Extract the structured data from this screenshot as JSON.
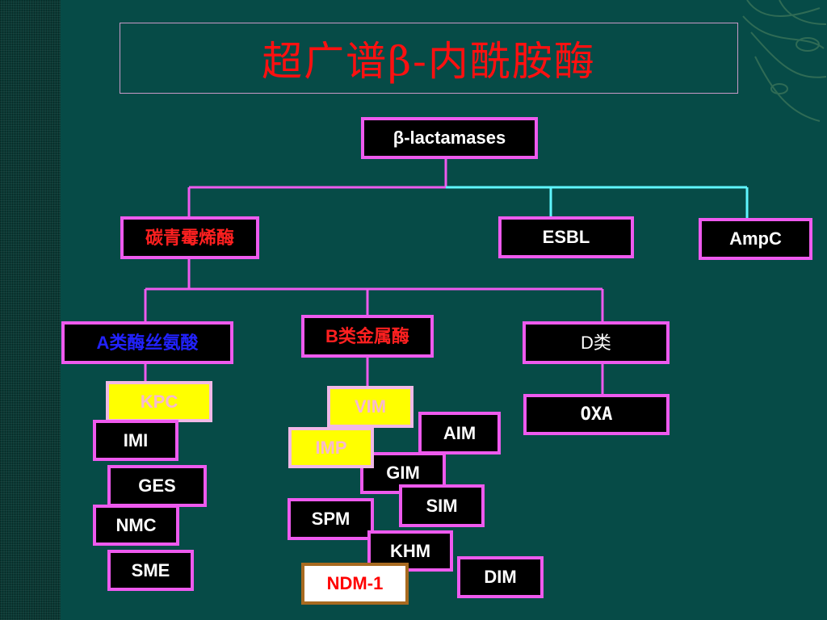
{
  "slide": {
    "title": "超广谱β-内酰胺酶"
  },
  "tree": {
    "root": "β-lactamases",
    "carbapenemase": "碳青霉烯酶",
    "esbl": "ESBL",
    "ampc": "AmpC",
    "class_a": "A类酶丝氨酸",
    "class_b": "B类金属酶",
    "class_d": "D类",
    "class_a_members": [
      "KPC",
      "IMI",
      "GES",
      "NMC",
      "SME"
    ],
    "class_b_members": [
      "VIM",
      "AIM",
      "IMP",
      "GIM",
      "SIM",
      "SPM",
      "KHM",
      "NDM-1",
      "DIM"
    ],
    "class_d_members": [
      "OXA"
    ]
  },
  "colors": {
    "background": "#064b47",
    "node_border": "#ee5aee",
    "connector_main": "#ee5aee",
    "connector_secondary": "#5ff5ff",
    "highlight_fill": "#ffff00",
    "title_color": "#ff1010"
  }
}
